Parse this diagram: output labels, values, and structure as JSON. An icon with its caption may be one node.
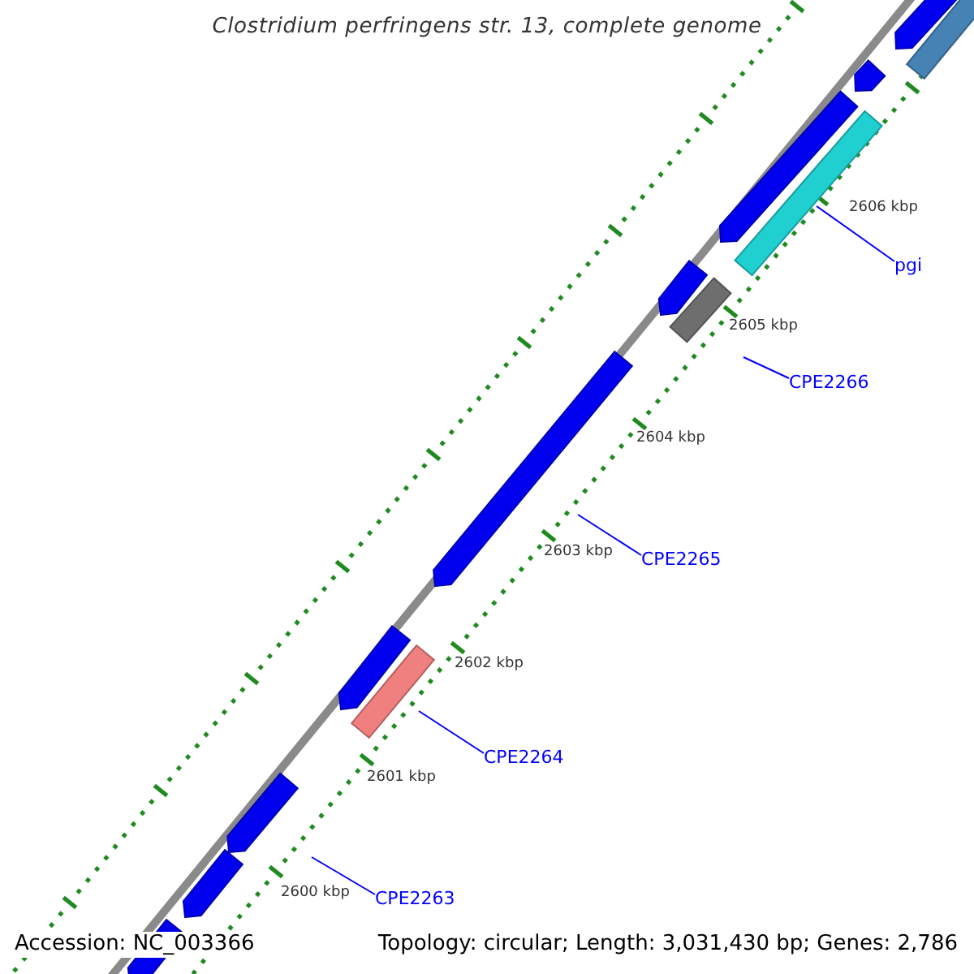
{
  "diagram": {
    "title": "Clostridium perfringens str. 13, complete genome",
    "nodes": [
      {
        "text": [
          "pgi"
        ]
      },
      {
        "text": [
          "CPE2266"
        ]
      },
      {
        "text": [
          "CPE2265"
        ]
      },
      {
        "text": [
          "CPE2264"
        ]
      },
      {
        "text": [
          "CPE2263"
        ]
      }
    ],
    "edges": [
      {
        "from": 0,
        "to": null,
        "arrow": "none"
      },
      {
        "from": 1,
        "to": null,
        "arrow": "none"
      },
      {
        "from": 2,
        "to": null,
        "arrow": "none"
      },
      {
        "from": 3,
        "to": null,
        "arrow": "none"
      },
      {
        "from": 4,
        "to": null,
        "arrow": "none"
      }
    ],
    "labels": [
      "2606 kbp",
      "2605 kbp",
      "2604 kbp",
      "2603 kbp",
      "2602 kbp",
      "2601 kbp",
      "2600 kbp",
      "Accession: NC_003366",
      "Topology: circular; Length: 3,031,430 bp; Genes: 2,786"
    ]
  }
}
